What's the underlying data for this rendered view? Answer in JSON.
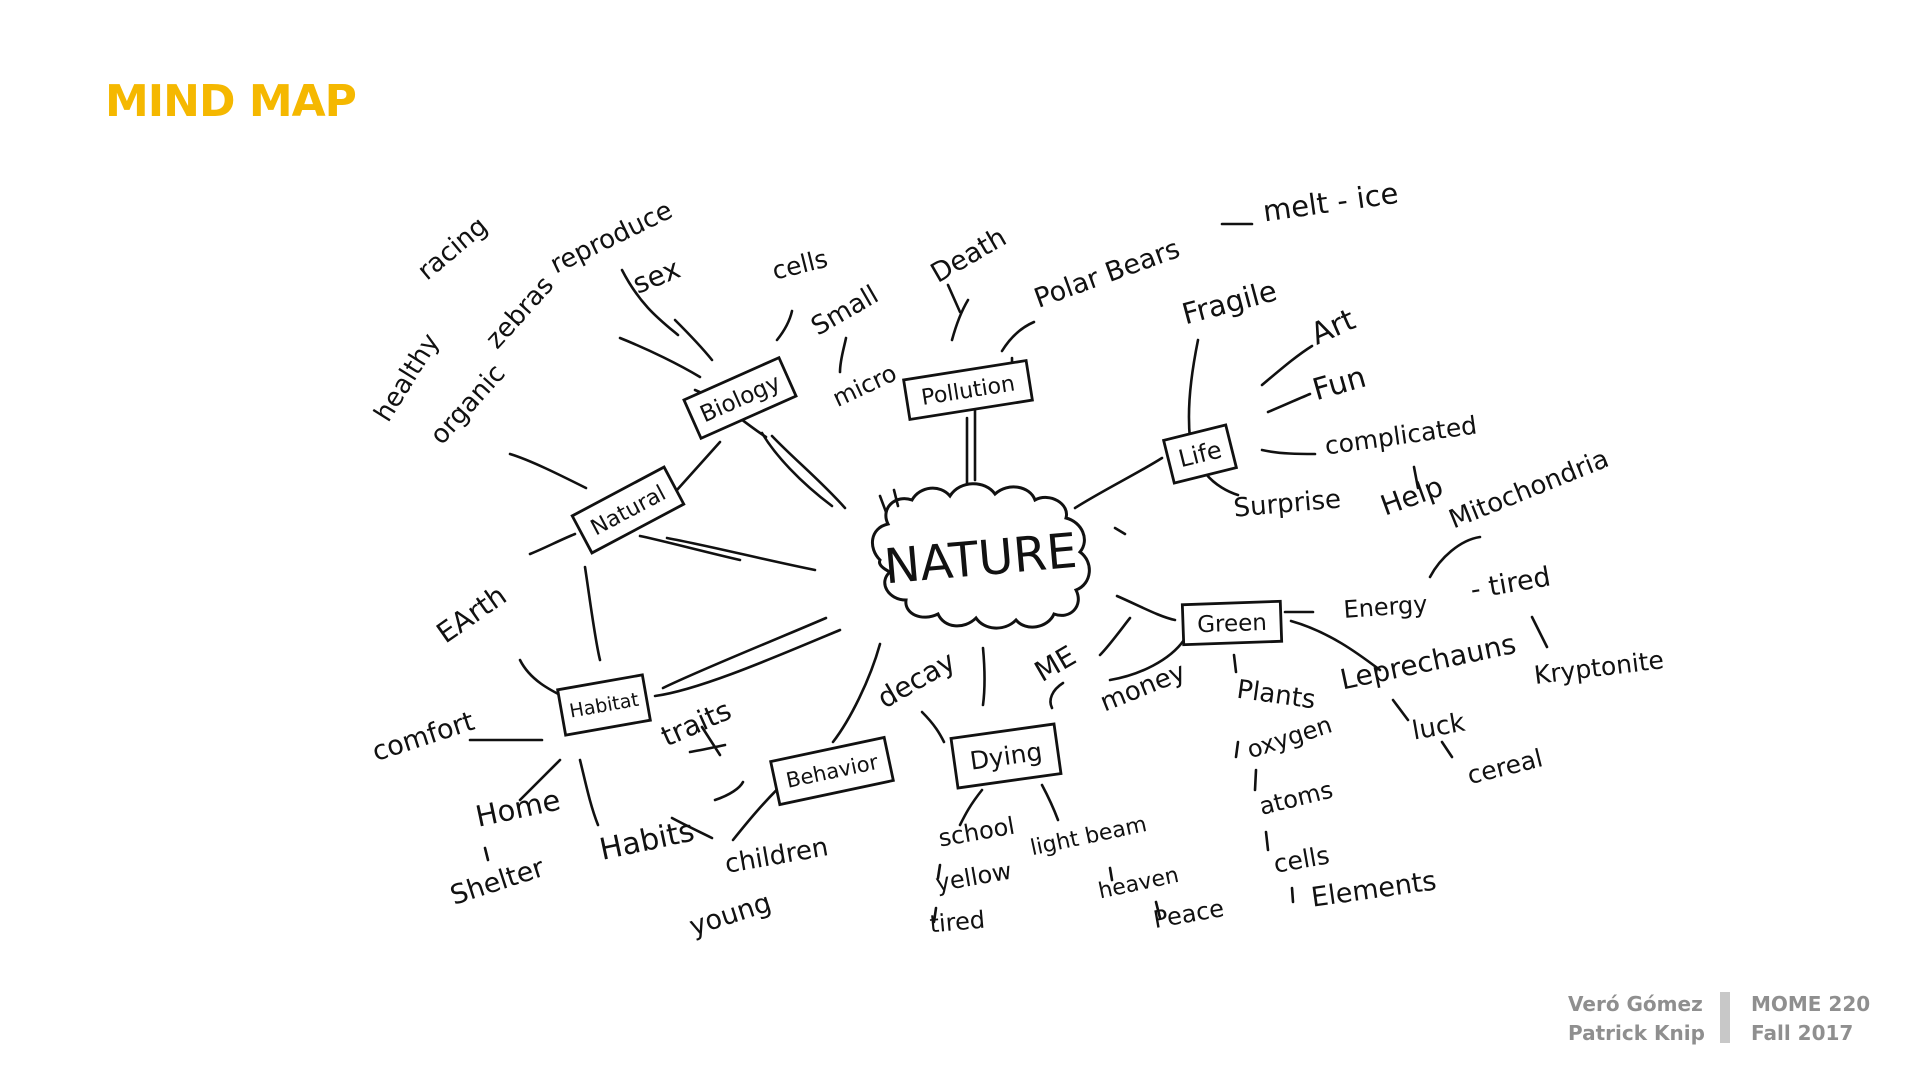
{
  "slide": {
    "title": "MIND MAP"
  },
  "footer": {
    "authors": [
      "Veró Gómez",
      "Patrick Knip"
    ],
    "course": "MOME 220",
    "term": "Fall 2017"
  },
  "colors": {
    "title": "#f5b800",
    "footer_text": "#8f8f8f",
    "footer_divider": "#c8c8c8",
    "ink": "#111111"
  },
  "mindmap": {
    "center": "NATURE",
    "nodes": [
      {
        "id": "natural",
        "label": "Natural"
      },
      {
        "id": "biology",
        "label": "Biology"
      },
      {
        "id": "pollution",
        "label": "Pollution"
      },
      {
        "id": "life",
        "label": "Life"
      },
      {
        "id": "green",
        "label": "Green"
      },
      {
        "id": "dying",
        "label": "Dying"
      },
      {
        "id": "behavior",
        "label": "Behavior"
      },
      {
        "id": "habitat",
        "label": "Habitat"
      }
    ],
    "words": [
      {
        "id": "racing",
        "text": "racing"
      },
      {
        "id": "healthy",
        "text": "healthy"
      },
      {
        "id": "zebras",
        "text": "zebras"
      },
      {
        "id": "reproduce",
        "text": "reproduce"
      },
      {
        "id": "organic",
        "text": "organic"
      },
      {
        "id": "sex",
        "text": "sex"
      },
      {
        "id": "cells-bio",
        "text": "cells"
      },
      {
        "id": "small",
        "text": "Small"
      },
      {
        "id": "micro",
        "text": "micro"
      },
      {
        "id": "death",
        "text": "Death"
      },
      {
        "id": "polar-bears",
        "text": "Polar Bears"
      },
      {
        "id": "melt-ice",
        "text": "melt - ice"
      },
      {
        "id": "fragile",
        "text": "Fragile"
      },
      {
        "id": "art",
        "text": "Art"
      },
      {
        "id": "fun",
        "text": "Fun"
      },
      {
        "id": "complicated",
        "text": "complicated"
      },
      {
        "id": "surprise",
        "text": "Surprise"
      },
      {
        "id": "help",
        "text": "Help"
      },
      {
        "id": "mitochondria",
        "text": "Mitochondria"
      },
      {
        "id": "energy",
        "text": "Energy"
      },
      {
        "id": "tired-green",
        "text": "- tired"
      },
      {
        "id": "leprechauns",
        "text": "Leprechauns"
      },
      {
        "id": "kryptonite",
        "text": "Kryptonite"
      },
      {
        "id": "luck",
        "text": "luck"
      },
      {
        "id": "cereal",
        "text": "cereal"
      },
      {
        "id": "money",
        "text": "money"
      },
      {
        "id": "plants",
        "text": "Plants"
      },
      {
        "id": "oxygen",
        "text": "oxygen"
      },
      {
        "id": "atoms",
        "text": "atoms"
      },
      {
        "id": "cells-green",
        "text": "cells"
      },
      {
        "id": "elements",
        "text": "Elements"
      },
      {
        "id": "decay",
        "text": "decay"
      },
      {
        "id": "me",
        "text": "ME"
      },
      {
        "id": "school",
        "text": "school"
      },
      {
        "id": "yellow",
        "text": "yellow"
      },
      {
        "id": "tired-dying",
        "text": "tired"
      },
      {
        "id": "light-beam",
        "text": "light beam"
      },
      {
        "id": "heaven",
        "text": "heaven"
      },
      {
        "id": "peace",
        "text": "Peace"
      },
      {
        "id": "traits",
        "text": "traits"
      },
      {
        "id": "children",
        "text": "children"
      },
      {
        "id": "young",
        "text": "young"
      },
      {
        "id": "habits",
        "text": "Habits"
      },
      {
        "id": "earth",
        "text": "EArth"
      },
      {
        "id": "comfort",
        "text": "comfort"
      },
      {
        "id": "home",
        "text": "Home"
      },
      {
        "id": "shelter",
        "text": "Shelter"
      }
    ]
  }
}
